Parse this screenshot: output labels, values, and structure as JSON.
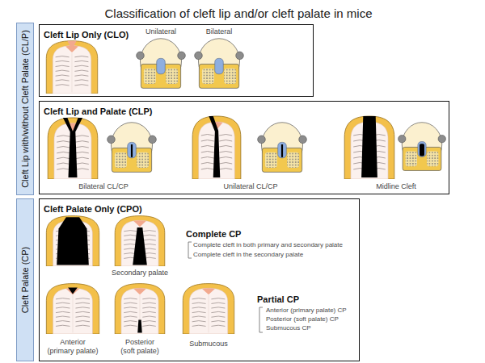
{
  "diagram": {
    "title": "Classification of cleft lip and/or cleft palate in mice",
    "nodes": [
      {
        "text": [
          "Cleft Lip with/without Cleft Palate (CL/P)"
        ]
      },
      {
        "text": [
          "Cleft Lip Only (CLO)"
        ]
      },
      {
        "text": [
          "Cleft Lip and Palate (CLP)"
        ]
      },
      {
        "text": [
          "Cleft Palate (CP)"
        ]
      },
      {
        "text": [
          "Cleft Palate Only (CPO)"
        ]
      }
    ],
    "labels": [
      "Unilateral",
      "Bilateral",
      "Bilateral CL/CP",
      "Unilateral CL/CP",
      "Midline Cleft",
      "Secondary palate",
      "Complete CP",
      "Complete cleft in both primary and secondary palate",
      "Complete cleft in the secondary palate",
      "Partial CP",
      "Anterior (primary palate) CP",
      "Posterior (soft palate) CP",
      "Submucous CP",
      "Anterior (primary palate)",
      "Posterior (soft palate)",
      "Submucous"
    ]
  }
}
